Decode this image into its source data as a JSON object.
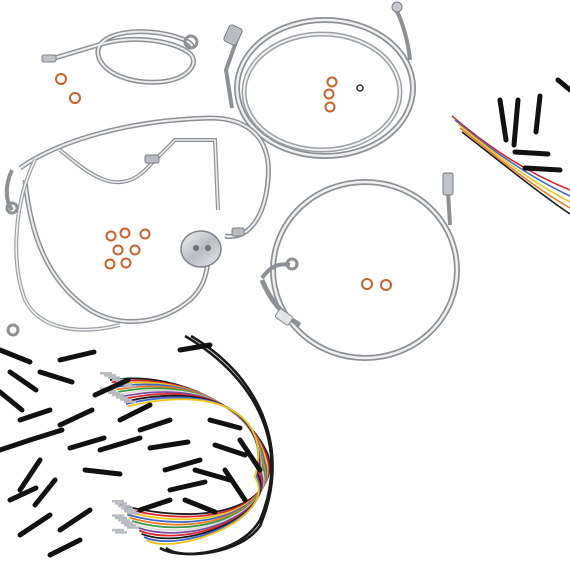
{
  "image": {
    "kind": "product-photo",
    "background": "#ffffff"
  },
  "colors": {
    "chrome_dark": "#8d9196",
    "chrome_light": "#e9ebee",
    "chrome_mid": "#bfc3c8",
    "washer": "#c8602a",
    "shrink_tube": "#111111",
    "wire_red": "#d8282d",
    "wire_yellow": "#f0c419",
    "wire_blue": "#3f68c7",
    "wire_orange": "#ee7a24",
    "wire_green": "#3a9a47",
    "wire_white": "#f4f4f4",
    "wire_purple": "#7a4ea0",
    "wire_black": "#1a1a1a"
  },
  "components": [
    "brake-line-small-coil",
    "brake-line-large-coil",
    "cable-bundle-with-junction-block",
    "clutch-cable-coil",
    "copper-washers",
    "wire-extension-harness-small",
    "wire-extension-harness-large",
    "heat-shrink-tubes"
  ]
}
